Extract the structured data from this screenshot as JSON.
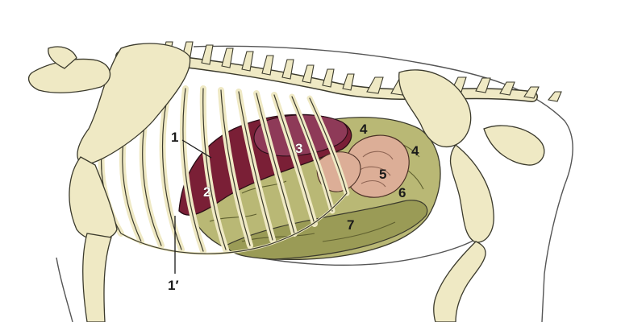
{
  "labels": {
    "l1": "1",
    "l1p": "1′",
    "l2": "2",
    "l3": "3",
    "l4a": "4",
    "l4b": "4",
    "l5": "5",
    "l6": "6",
    "l7": "7"
  },
  "colors": {
    "bone": "#efe9c4",
    "bone_outline": "#3b3a2c",
    "liver": "#7a1f36",
    "spleen": "#8e3a58",
    "stomach_intestine_pink": "#dcae97",
    "small_intestine": "#b9b875",
    "colon": "#9a9b56",
    "body_outline": "#444444"
  }
}
